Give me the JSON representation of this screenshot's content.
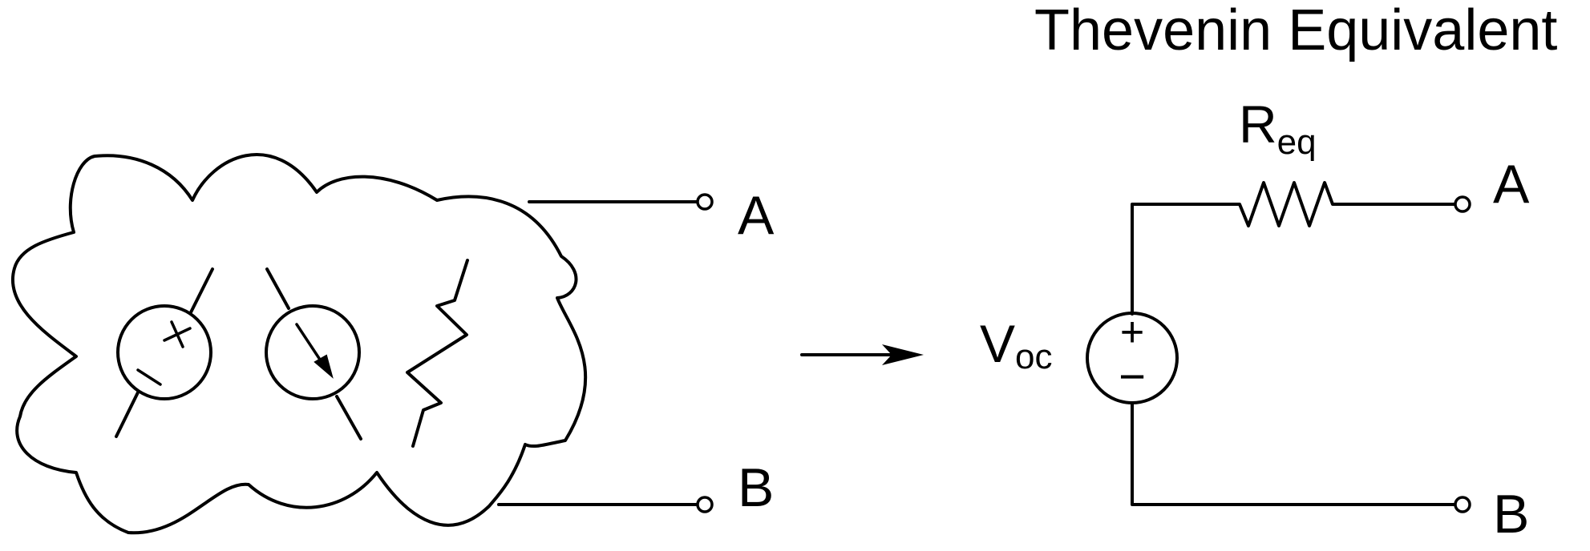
{
  "title": "Thevenin Equivalent",
  "network": {
    "terminal_a": "A",
    "terminal_b": "B"
  },
  "equivalent": {
    "resistor_symbol": "R",
    "resistor_subscript": "eq",
    "source_symbol": "V",
    "source_subscript": "oc",
    "source_plus": "+",
    "source_minus": "−",
    "terminal_a": "A",
    "terminal_b": "B"
  },
  "colors": {
    "stroke": "#000000",
    "background": "#ffffff"
  },
  "icons": [
    "voltage-source-icon",
    "current-source-icon",
    "resistor-icon",
    "transform-arrow-icon"
  ]
}
